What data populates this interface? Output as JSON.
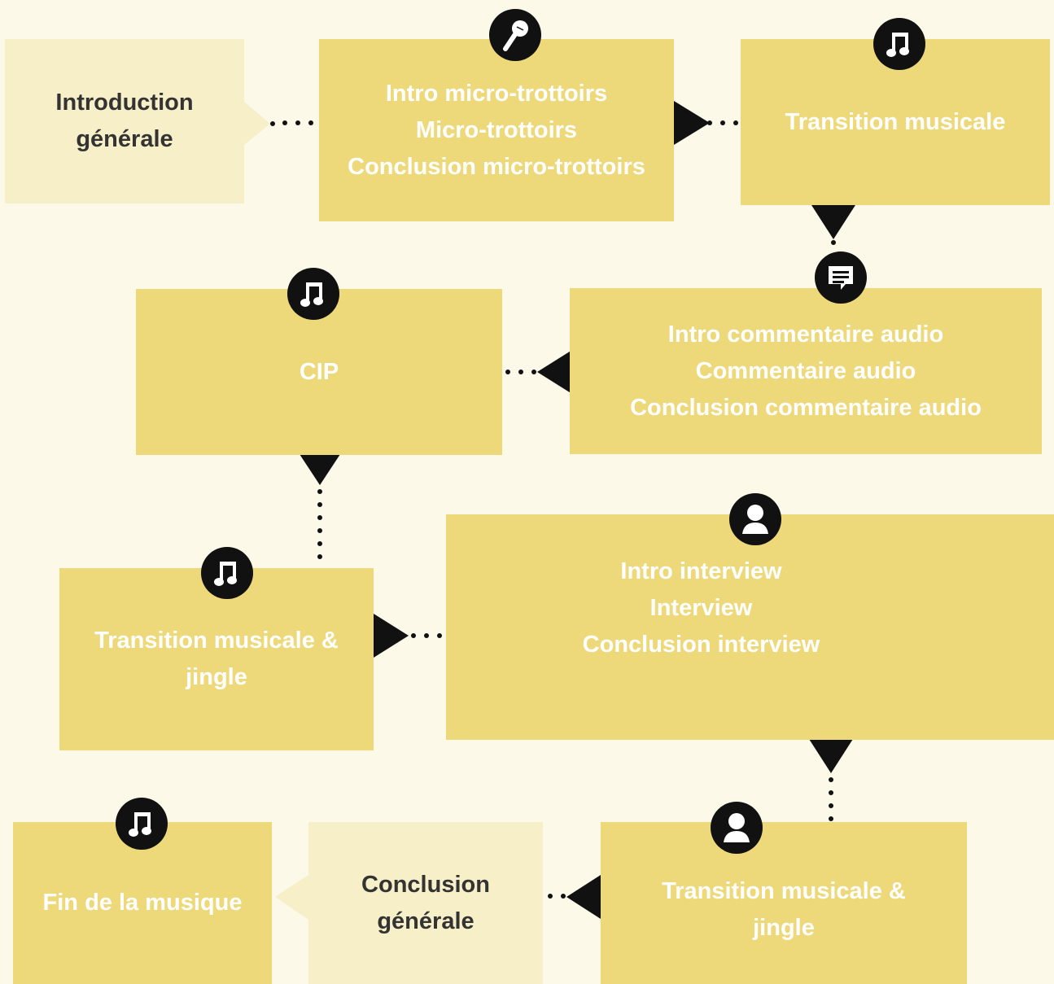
{
  "diagram": {
    "boxes": [
      {
        "id": "introduction-generale",
        "lines": [
          "Introduction",
          "générale"
        ]
      },
      {
        "id": "micro-trottoirs",
        "lines": [
          "Intro micro-trottoirs",
          "Micro-trottoirs",
          "Conclusion micro-trottoirs"
        ]
      },
      {
        "id": "transition-musicale-1",
        "lines": [
          "Transition musicale"
        ]
      },
      {
        "id": "commentaire-audio",
        "lines": [
          "Intro commentaire audio",
          "Commentaire audio",
          "Conclusion commentaire audio"
        ]
      },
      {
        "id": "cip",
        "lines": [
          "CIP"
        ]
      },
      {
        "id": "transition-jingle-1",
        "lines": [
          "Transition musicale &",
          "jingle"
        ]
      },
      {
        "id": "interview",
        "lines": [
          "Intro interview",
          "Interview",
          "Conclusion interview"
        ]
      },
      {
        "id": "transition-jingle-2",
        "lines": [
          "Transition musicale &",
          "jingle"
        ]
      },
      {
        "id": "conclusion-generale",
        "lines": [
          "Conclusion",
          "générale"
        ]
      },
      {
        "id": "fin-musique",
        "lines": [
          "Fin de la musique"
        ]
      }
    ],
    "icons": {
      "micro_trottoirs": "microphone-icon",
      "transition_musicale_1": "music-note-icon",
      "commentaire_audio": "speech-bubble-icon",
      "cip": "music-note-icon",
      "transition_jingle_1": "music-note-icon",
      "interview": "person-icon",
      "transition_jingle_2": "person-icon",
      "fin_musique": "music-note-icon"
    },
    "colors": {
      "background": "#fcf9e9",
      "box_main": "#eed97a",
      "box_light": "#f7efc7",
      "box_main_text": "#ffffff",
      "box_light_text": "#333333",
      "icon_circle": "#111111",
      "connector": "#111111"
    }
  }
}
